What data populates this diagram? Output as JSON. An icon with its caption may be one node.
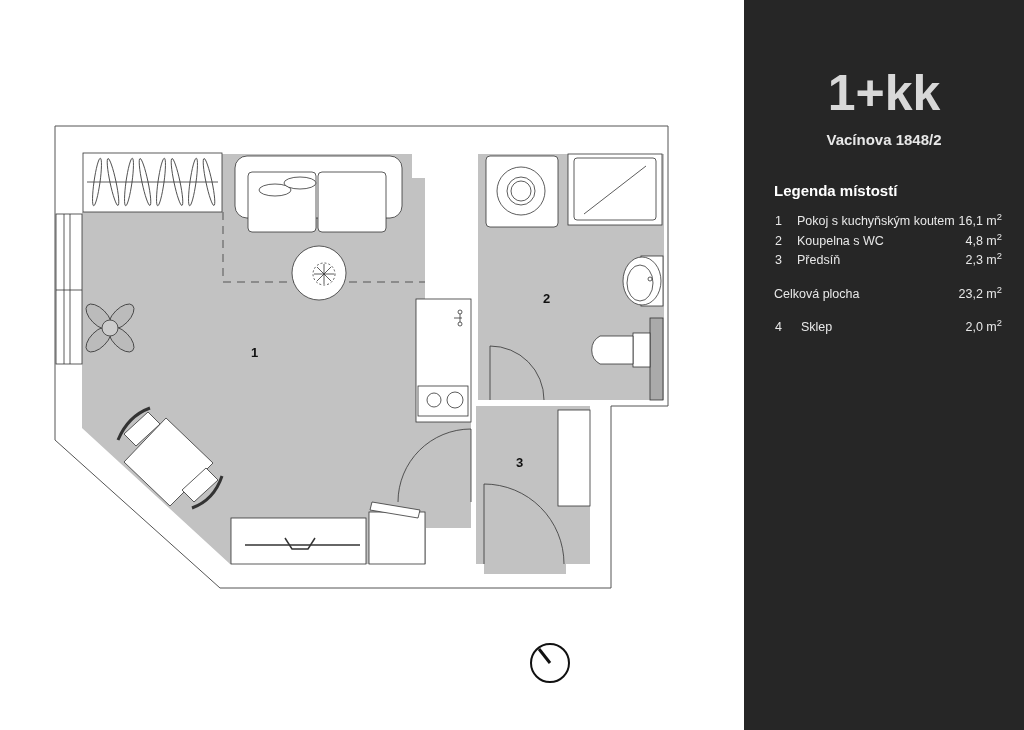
{
  "diagram": {
    "title": "1+kk",
    "nodes": [
      {
        "text": [
          "1"
        ]
      },
      {
        "text": [
          "2"
        ]
      },
      {
        "text": [
          "3"
        ]
      }
    ],
    "labels": [
      "Vacínova 1848/2",
      "Legenda místostí",
      "1",
      "Pokoj s kuchyňským koutem",
      "16,1 m$^{2}$",
      "2",
      "Koupelna s WC",
      "4,8 m$^{2}$",
      "3",
      "Předsíň",
      "2,3 m$^{2}$",
      "Celková plocha",
      "23,2 m$^{2}$",
      "4",
      "Sklep",
      "2,0 m$^{2}$"
    ]
  }
}
